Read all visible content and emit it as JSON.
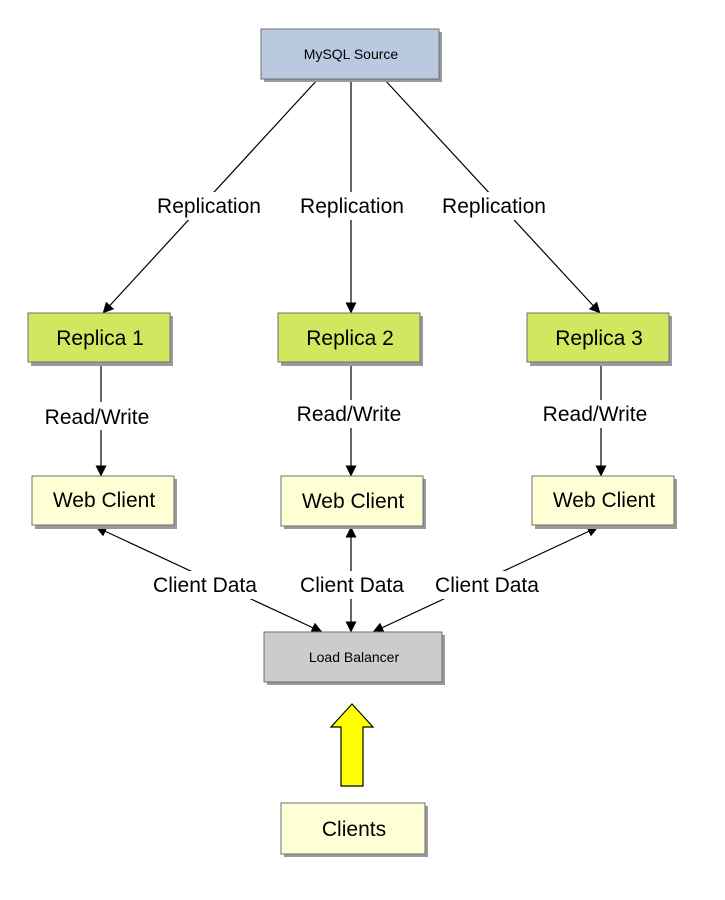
{
  "nodes": {
    "source": {
      "label": "MySQL Source",
      "color": "#b8c9e0"
    },
    "replica1": {
      "label": "Replica 1",
      "color": "#d3e65f"
    },
    "replica2": {
      "label": "Replica 2",
      "color": "#d3e65f"
    },
    "replica3": {
      "label": "Replica 3",
      "color": "#d3e65f"
    },
    "web_client1": {
      "label": "Web Client",
      "color": "#ffffd6"
    },
    "web_client2": {
      "label": "Web Client",
      "color": "#ffffd6"
    },
    "web_client3": {
      "label": "Web Client",
      "color": "#ffffd6"
    },
    "load_balancer": {
      "label": "Load Balancer",
      "color": "#cccccc"
    },
    "clients": {
      "label": "Clients",
      "color": "#ffffd6"
    }
  },
  "edges": {
    "replication1": "Replication",
    "replication2": "Replication",
    "replication3": "Replication",
    "readwrite1": "Read/Write",
    "readwrite2": "Read/Write",
    "readwrite3": "Read/Write",
    "clientdata1": "Client Data",
    "clientdata2": "Client Data",
    "clientdata3": "Client Data"
  },
  "colors": {
    "inflow_arrow": "#ffff00",
    "node_border": "#6f6f6f",
    "node_shadow": "#9a9a9a"
  }
}
